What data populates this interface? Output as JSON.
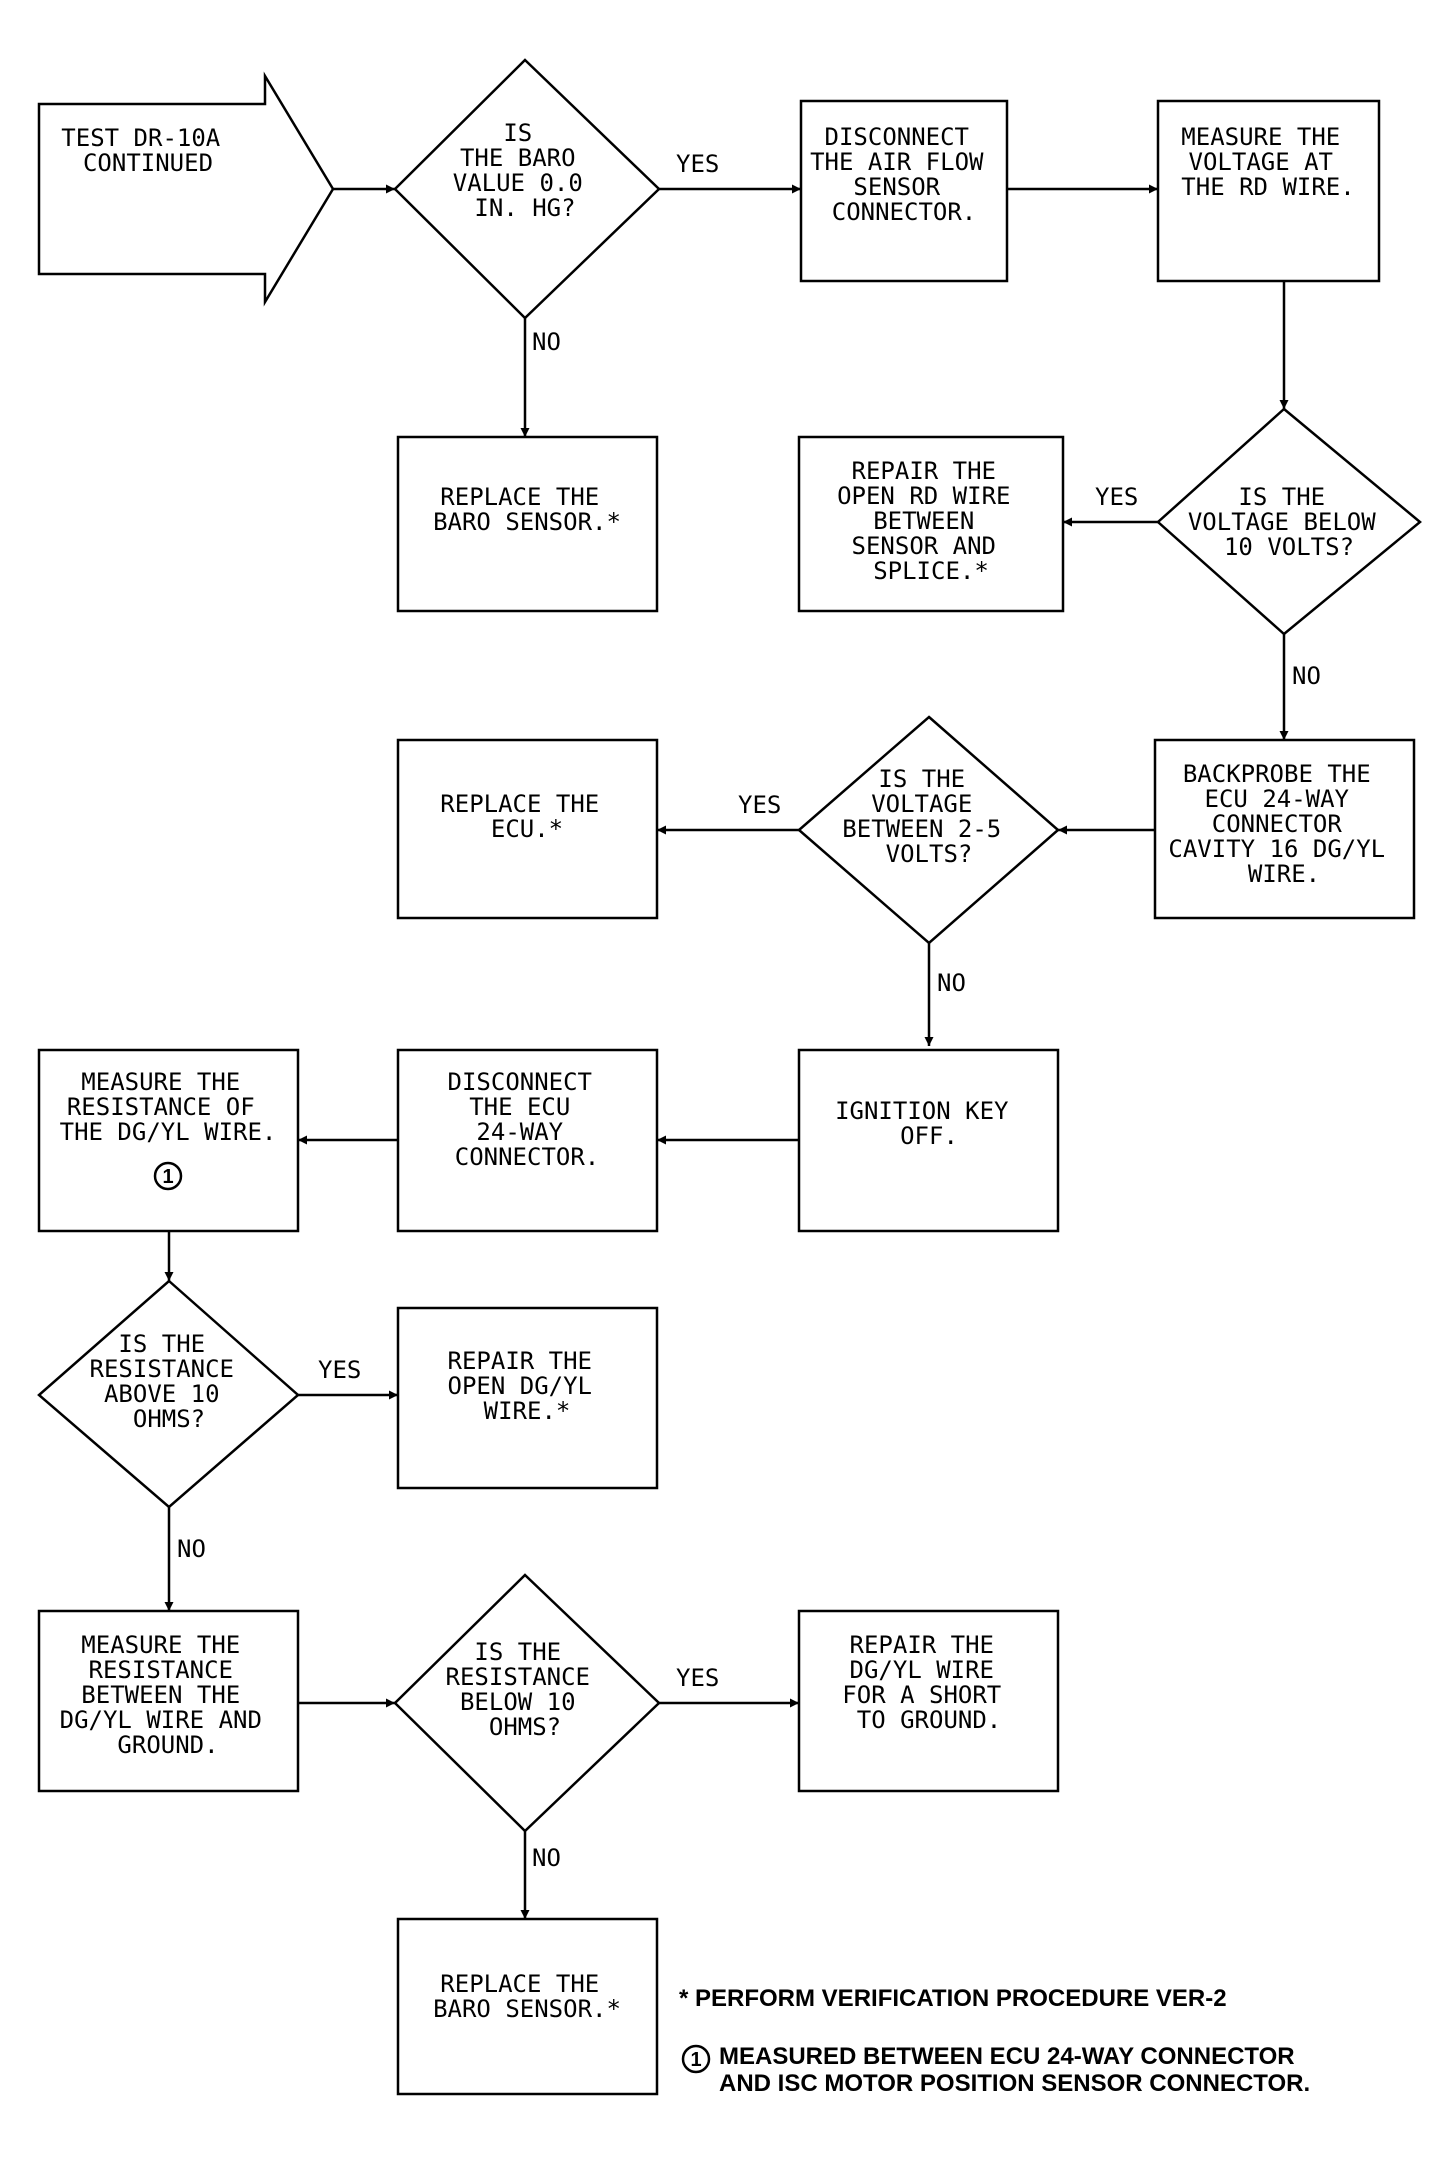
{
  "nodes": {
    "start": [
      "TEST DR-10A",
      "CONTINUED"
    ],
    "d_baro": [
      "IS",
      "THE BARO",
      "VALUE 0.0",
      "IN. HG?"
    ],
    "b_disconnect_afs": [
      "DISCONNECT",
      "THE AIR FLOW",
      "SENSOR",
      "CONNECTOR."
    ],
    "b_measure_rd": [
      "MEASURE THE",
      "VOLTAGE AT",
      "THE RD WIRE."
    ],
    "b_replace_baro_1": [
      "REPLACE THE",
      "BARO SENSOR.*"
    ],
    "b_repair_rd": [
      "REPAIR THE",
      "OPEN RD WIRE",
      "BETWEEN",
      "SENSOR AND",
      "SPLICE.*"
    ],
    "d_voltage10": [
      "IS THE",
      "VOLTAGE BELOW",
      "10 VOLTS?"
    ],
    "b_replace_ecu": [
      "REPLACE THE",
      "ECU.*"
    ],
    "d_voltage25": [
      "IS THE",
      "VOLTAGE",
      "BETWEEN 2-5",
      "VOLTS?"
    ],
    "b_backprobe": [
      "BACKPROBE THE",
      "ECU 24-WAY",
      "CONNECTOR",
      "CAVITY 16 DG/YL",
      "WIRE."
    ],
    "b_measure_res": [
      "MEASURE THE",
      "RESISTANCE OF",
      "THE DG/YL WIRE."
    ],
    "b_disconnect_ecu": [
      "DISCONNECT",
      "THE ECU",
      "24-WAY",
      "CONNECTOR."
    ],
    "b_ignition": [
      "IGNITION KEY",
      "OFF."
    ],
    "d_res_above": [
      "IS THE",
      "RESISTANCE",
      "ABOVE 10",
      "OHMS?"
    ],
    "b_repair_open_dgyl": [
      "REPAIR THE",
      "OPEN DG/YL",
      "WIRE.*"
    ],
    "b_measure_res_gnd": [
      "MEASURE THE",
      "RESISTANCE",
      "BETWEEN THE",
      "DG/YL WIRE AND",
      "GROUND."
    ],
    "d_res_below": [
      "IS THE",
      "RESISTANCE",
      "BELOW 10",
      "OHMS?"
    ],
    "b_repair_short": [
      "REPAIR THE",
      "DG/YL WIRE",
      "FOR A SHORT",
      "TO GROUND."
    ],
    "b_replace_baro_2": [
      "REPLACE THE",
      "BARO SENSOR.*"
    ]
  },
  "labels": {
    "yes": "YES",
    "no": "NO"
  },
  "footnote_marker": "1",
  "notes": {
    "asterisk": "* PERFORM VERIFICATION PROCEDURE VER-2",
    "circled_line1": "MEASURED BETWEEN ECU 24-WAY CONNECTOR",
    "circled_line2": "AND ISC MOTOR POSITION SENSOR CONNECTOR."
  }
}
